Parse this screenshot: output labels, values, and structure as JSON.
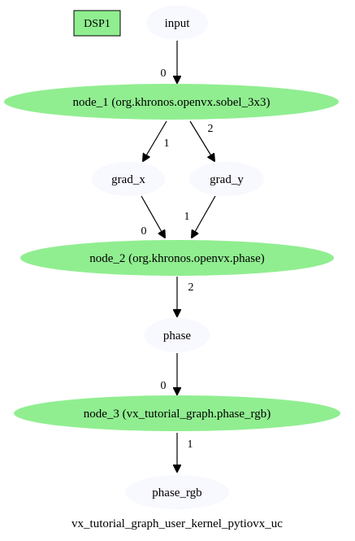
{
  "graph": {
    "title": "vx_tutorial_graph_user_kernel_pytiovx_uc",
    "target_label": "DSP1"
  },
  "nodes": {
    "input": "input",
    "node_1": "node_1 (org.khronos.openvx.sobel_3x3)",
    "grad_x": "grad_x",
    "grad_y": "grad_y",
    "node_2": "node_2 (org.khronos.openvx.phase)",
    "phase": "phase",
    "node_3": "node_3 (vx_tutorial_graph.phase_rgb)",
    "phase_rgb": "phase_rgb"
  },
  "edges": {
    "input_to_node1": "0",
    "node1_to_gradx": "1",
    "node1_to_grady": "2",
    "gradx_to_node2": "0",
    "grady_to_node2": "1",
    "node2_to_phase": "2",
    "phase_to_node3": "0",
    "node3_to_phasergb": "1"
  },
  "colors": {
    "kernel_node": "#90ee90",
    "data_node": "#f8f8ff"
  }
}
